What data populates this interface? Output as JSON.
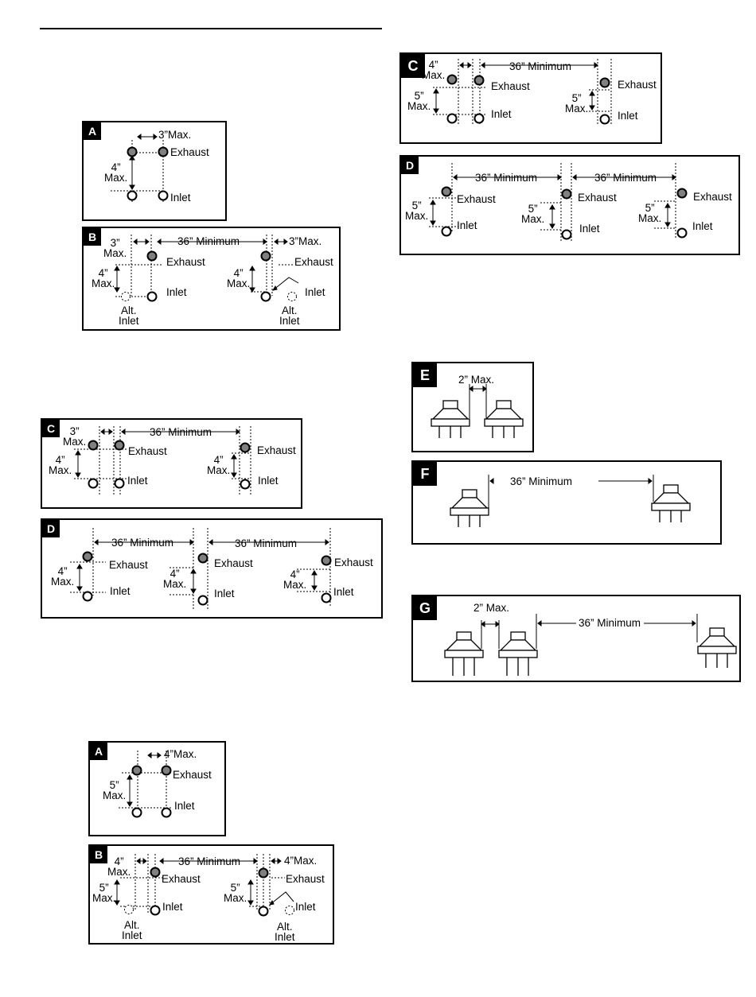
{
  "labels": {
    "A": "A",
    "B": "B",
    "C": "C",
    "D": "D",
    "E": "E",
    "F": "F",
    "G": "G",
    "exhaust": "Exhaust",
    "inlet": "Inlet",
    "alt_inlet": "Alt.\nInlet",
    "min36": "36” Minimum",
    "max3": "3”Max.",
    "max3v": "3”\nMax.",
    "max4": "4”Max.",
    "max4v": "4”\nMax.",
    "max5v": "5”\nMax.",
    "max2": "2” Max."
  },
  "colors": {
    "exhaust_fill": "#808080",
    "inlet_fill": "#ffffff",
    "dotted": "#000000"
  }
}
